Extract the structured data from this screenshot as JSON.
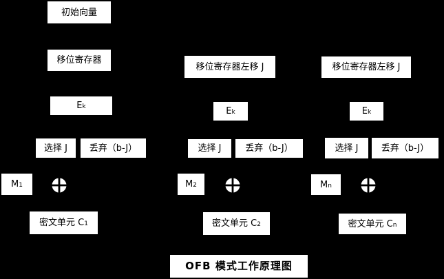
{
  "diagram": {
    "title": "OFB 模式工作原理图",
    "colors": {
      "background": "#000000",
      "box_fill": "#ffffff",
      "box_text": "#000000"
    },
    "columns": [
      {
        "initial_vector": "初始向量",
        "shift_register": "移位寄存器",
        "cipher_function": {
          "base": "E",
          "sub": "k"
        },
        "select": "选择 J",
        "discard": "丢弃（b-J）",
        "message": {
          "base": "M",
          "sub": "1"
        },
        "xor": "xor-circle",
        "ciphertext": {
          "base": "密文单元 C",
          "sub": "1"
        }
      },
      {
        "shift_register": "移位寄存器左移 J",
        "cipher_function": {
          "base": "E",
          "sub": "k"
        },
        "select": "选择 J",
        "discard": "丢弃（b-J）",
        "message": {
          "base": "M",
          "sub": "2"
        },
        "xor": "xor-circle",
        "ciphertext": {
          "base": "密文单元 C",
          "sub": "2"
        }
      },
      {
        "shift_register": "移位寄存器左移 J",
        "cipher_function": {
          "base": "E",
          "sub": "k"
        },
        "select": "选择 J",
        "discard": "丢弃（b-J）",
        "message": {
          "base": "M",
          "sub": "n"
        },
        "xor": "xor-circle",
        "ciphertext": {
          "base": "密文单元 C",
          "sub": "n"
        }
      }
    ]
  }
}
